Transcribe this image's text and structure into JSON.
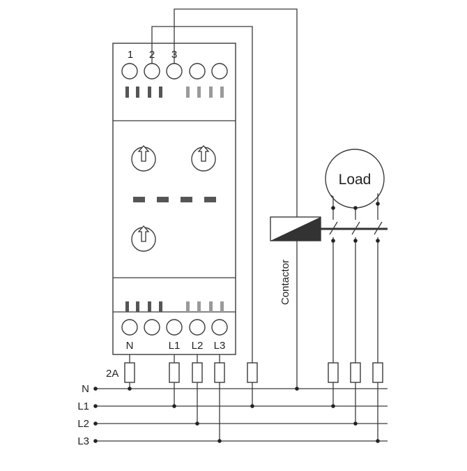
{
  "labels": {
    "top_terminals": [
      "1",
      "2",
      "3"
    ],
    "bottom_terminals": [
      "N",
      "L1",
      "L2",
      "L3"
    ],
    "fuse_rating": "2A",
    "load": "Load",
    "contactor": "Contactor",
    "buses": [
      "N",
      "L1",
      "L2",
      "L3"
    ]
  },
  "colors": {
    "line": "#3a3a3a",
    "led_dark": "#555555",
    "led_light": "#9a9a9a"
  },
  "icons": {
    "knobs": [
      "rotary-knob-icon",
      "rotary-knob-icon",
      "rotary-knob-icon"
    ]
  }
}
